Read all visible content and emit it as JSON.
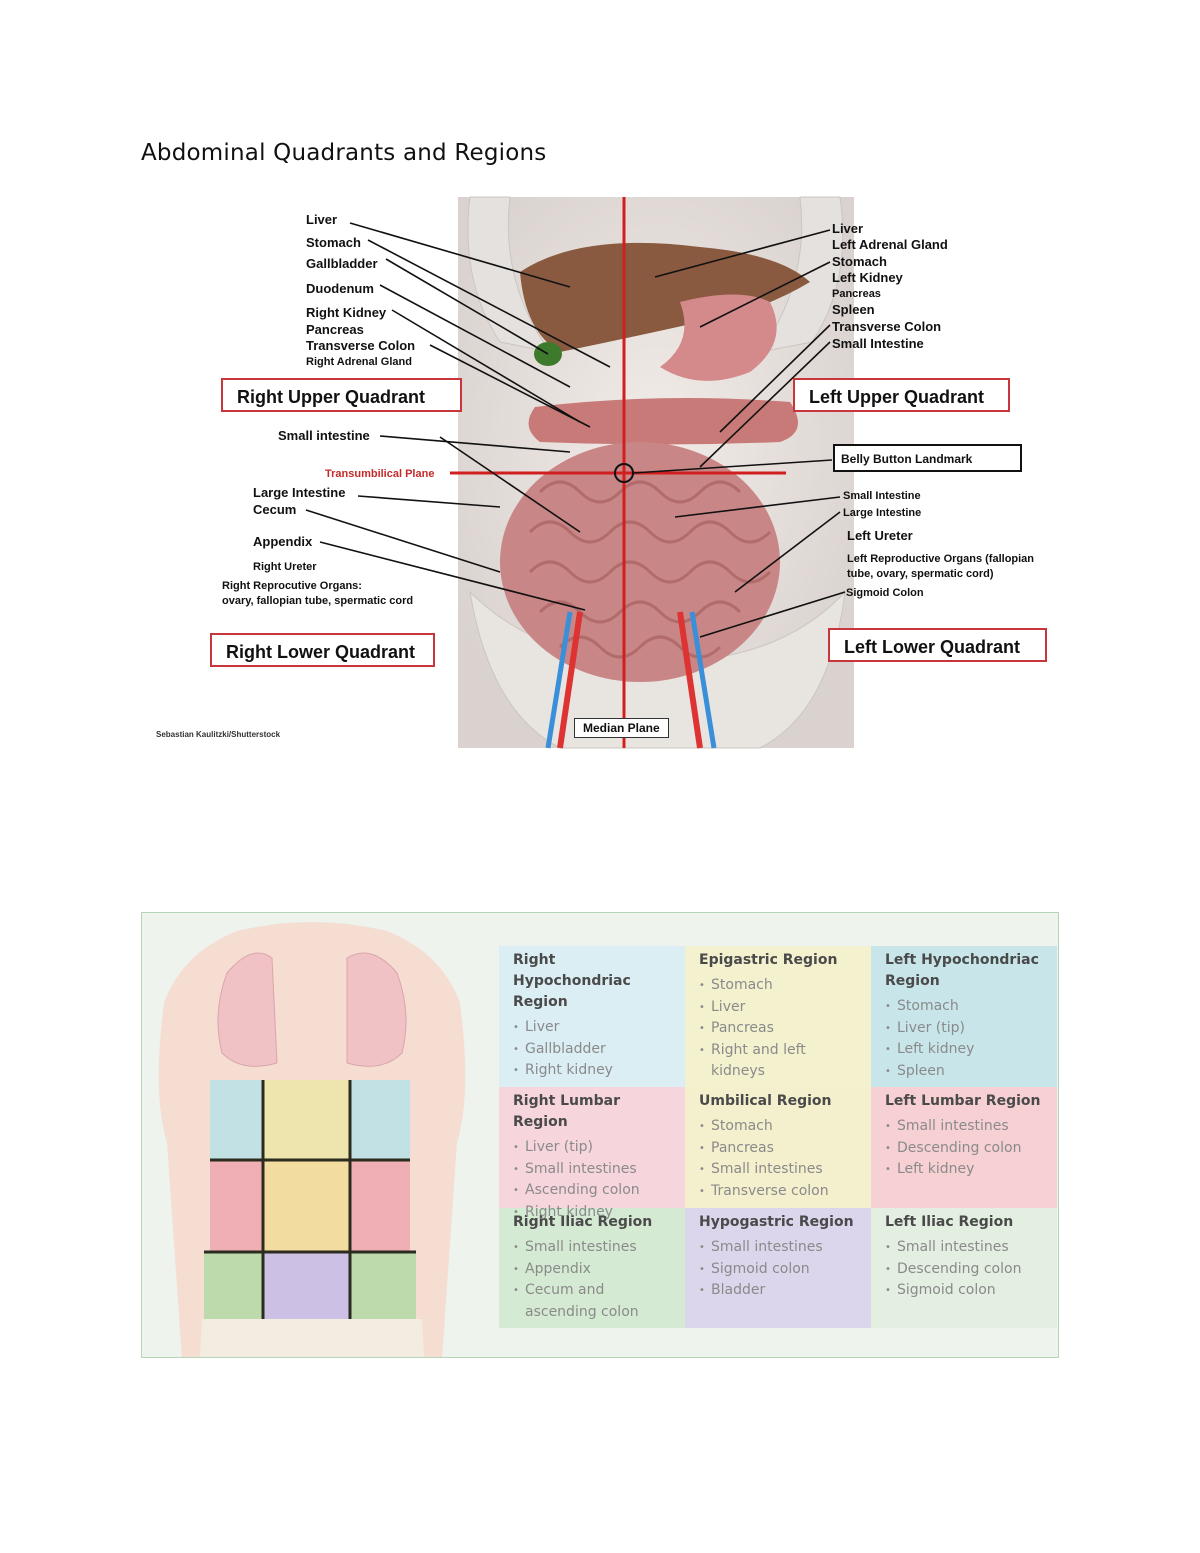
{
  "page": {
    "title": "Abdominal Quadrants and Regions"
  },
  "figure1": {
    "left_labels": [
      "Liver",
      "Stomach",
      "Gallbladder",
      "Duodenum",
      "Right Kidney",
      "Pancreas",
      "Transverse Colon",
      "Right Adrenal Gland",
      "Small intestine",
      "Large Intestine",
      "Cecum",
      "Appendix",
      "Right Ureter",
      "Right Reprocutive Organs:",
      "ovary, fallopian tube, spermatic cord"
    ],
    "right_labels": [
      "Liver",
      "Left Adrenal Gland",
      "Stomach",
      "Left Kidney",
      "Pancreas",
      "Spleen",
      "Transverse Colon",
      "Small Intestine",
      "Small Intestine",
      "Large Intestine",
      "Left Ureter",
      "Left Reproductive Organs (fallopian",
      "tube, ovary, spermatic cord)",
      "Sigmoid Colon"
    ],
    "transumbilical_label": "Transumbilical Plane",
    "quadrants": {
      "ruq": "Right Upper Quadrant",
      "luq": "Left Upper Quadrant",
      "rlq": "Right Lower Quadrant",
      "llq": "Left Lower Quadrant"
    },
    "belly_button": "Belly Button Landmark",
    "median_plane": "Median Plane",
    "credit": "Sebastian Kaulitzki/Shutterstock"
  },
  "figure2": {
    "colors": {
      "blue": "#dbeef3",
      "yellow": "#f4f1cf",
      "teal": "#c8e6ea",
      "pink": "#f6d6dc",
      "yellow2": "#f4efcc",
      "red": "#f6d0d2",
      "green": "#d5ead3",
      "purple": "#dcd6ec",
      "green2": "#e3efe1"
    },
    "regions": [
      {
        "title": "Right Hypochondriac Region",
        "items": [
          "Liver",
          "Gallbladder",
          "Right kidney"
        ]
      },
      {
        "title": "Epigastric Region",
        "items": [
          "Stomach",
          "Liver",
          "Pancreas",
          "Right and left kidneys"
        ]
      },
      {
        "title": "Left Hypochondriac Region",
        "items": [
          "Stomach",
          "Liver (tip)",
          "Left kidney",
          "Spleen"
        ]
      },
      {
        "title": "Right Lumbar Region",
        "items": [
          "Liver (tip)",
          "Small intestines",
          "Ascending colon",
          "Right kidney"
        ]
      },
      {
        "title": "Umbilical Region",
        "items": [
          "Stomach",
          "Pancreas",
          "Small intestines",
          "Transverse colon"
        ]
      },
      {
        "title": "Left Lumbar Region",
        "items": [
          "Small intestines",
          "Descending colon",
          "Left kidney"
        ]
      },
      {
        "title": "Right Iliac Region",
        "items": [
          "Small intestines",
          "Appendix",
          "Cecum and ascending colon"
        ]
      },
      {
        "title": "Hypogastric Region",
        "items": [
          "Small intestines",
          "Sigmoid colon",
          "Bladder"
        ]
      },
      {
        "title": "Left Iliac Region",
        "items": [
          "Small intestines",
          "Descending colon",
          "Sigmoid colon"
        ]
      }
    ]
  }
}
